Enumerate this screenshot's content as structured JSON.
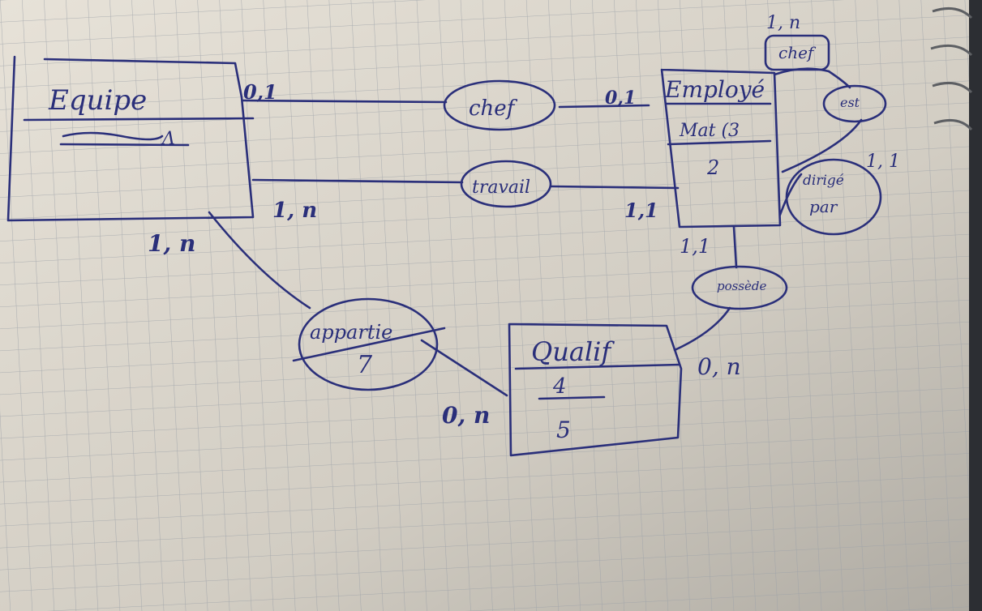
{
  "entities": {
    "equipe": {
      "name": "Equipe",
      "attr": "Λ"
    },
    "employe": {
      "name": "Employé",
      "attrs": [
        "Mat (3",
        "2"
      ]
    },
    "qualif": {
      "name": "Qualif",
      "attrs": [
        "4",
        "5"
      ]
    }
  },
  "relations": {
    "chef_mid": "chef",
    "chef_top": "chef",
    "travail": "travail",
    "appartient": {
      "name": "appartie",
      "attr": "7"
    },
    "est": "est",
    "dirige_par": [
      "dirigé",
      "par"
    ],
    "possede": "possède"
  },
  "cardinalities": {
    "equipe_chef": "0,1",
    "employe_chef": "0,1",
    "equipe_travail": "1, n",
    "employe_travail": "1,1",
    "equipe_appartient": "1, n",
    "employe_est": "1, n",
    "employe_dirige": "1, 1",
    "employe_possede": "1,1",
    "qualif_possede": "0, n",
    "qualif_appartient": "0, n"
  },
  "colors": {
    "ink": "#2a2f7a",
    "paper": "#cfcac0",
    "grid": "#9aa0a6",
    "spiral": "#5d5f63"
  }
}
